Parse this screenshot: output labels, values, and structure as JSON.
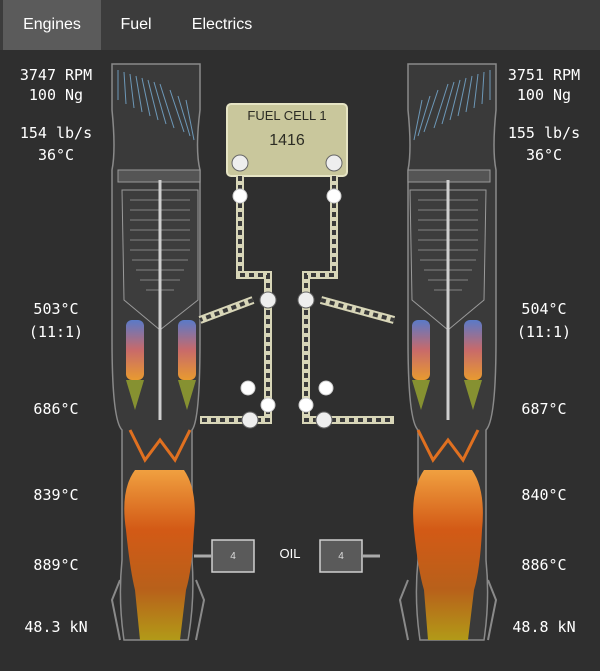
{
  "tabs": [
    {
      "label": "Engines",
      "active": true
    },
    {
      "label": "Fuel",
      "active": false
    },
    {
      "label": "Electrics",
      "active": false
    }
  ],
  "fuel_cell": {
    "title": "FUEL CELL 1",
    "value": "1416"
  },
  "oil": {
    "label": "OIL",
    "left_value": "4",
    "right_value": "4"
  },
  "left_engine": {
    "rpm": "3747 RPM",
    "ng": "100 Ng",
    "flow": "154 lb/s",
    "intake_temp": "36°C",
    "compressor_temp": "503°C",
    "ratio": "(11:1)",
    "turbine_temp": "686°C",
    "exhaust_temp": "839°C",
    "nozzle_temp": "889°C",
    "thrust": "48.3 kN"
  },
  "right_engine": {
    "rpm": "3751 RPM",
    "ng": "100 Ng",
    "flow": "155 lb/s",
    "intake_temp": "36°C",
    "compressor_temp": "504°C",
    "ratio": "(11:1)",
    "turbine_temp": "687°C",
    "exhaust_temp": "840°C",
    "nozzle_temp": "886°C",
    "thrust": "48.8 kN"
  },
  "colors": {
    "tabbar": "#3c3c3c",
    "tab_active": "#5b5b5b",
    "background": "#2f2f2f",
    "fuel_line": "#d8d6b8",
    "fuel_cell": "#c9c79c",
    "flame_hot": "#c8501a",
    "flame_exhaust": "#b89a20"
  }
}
